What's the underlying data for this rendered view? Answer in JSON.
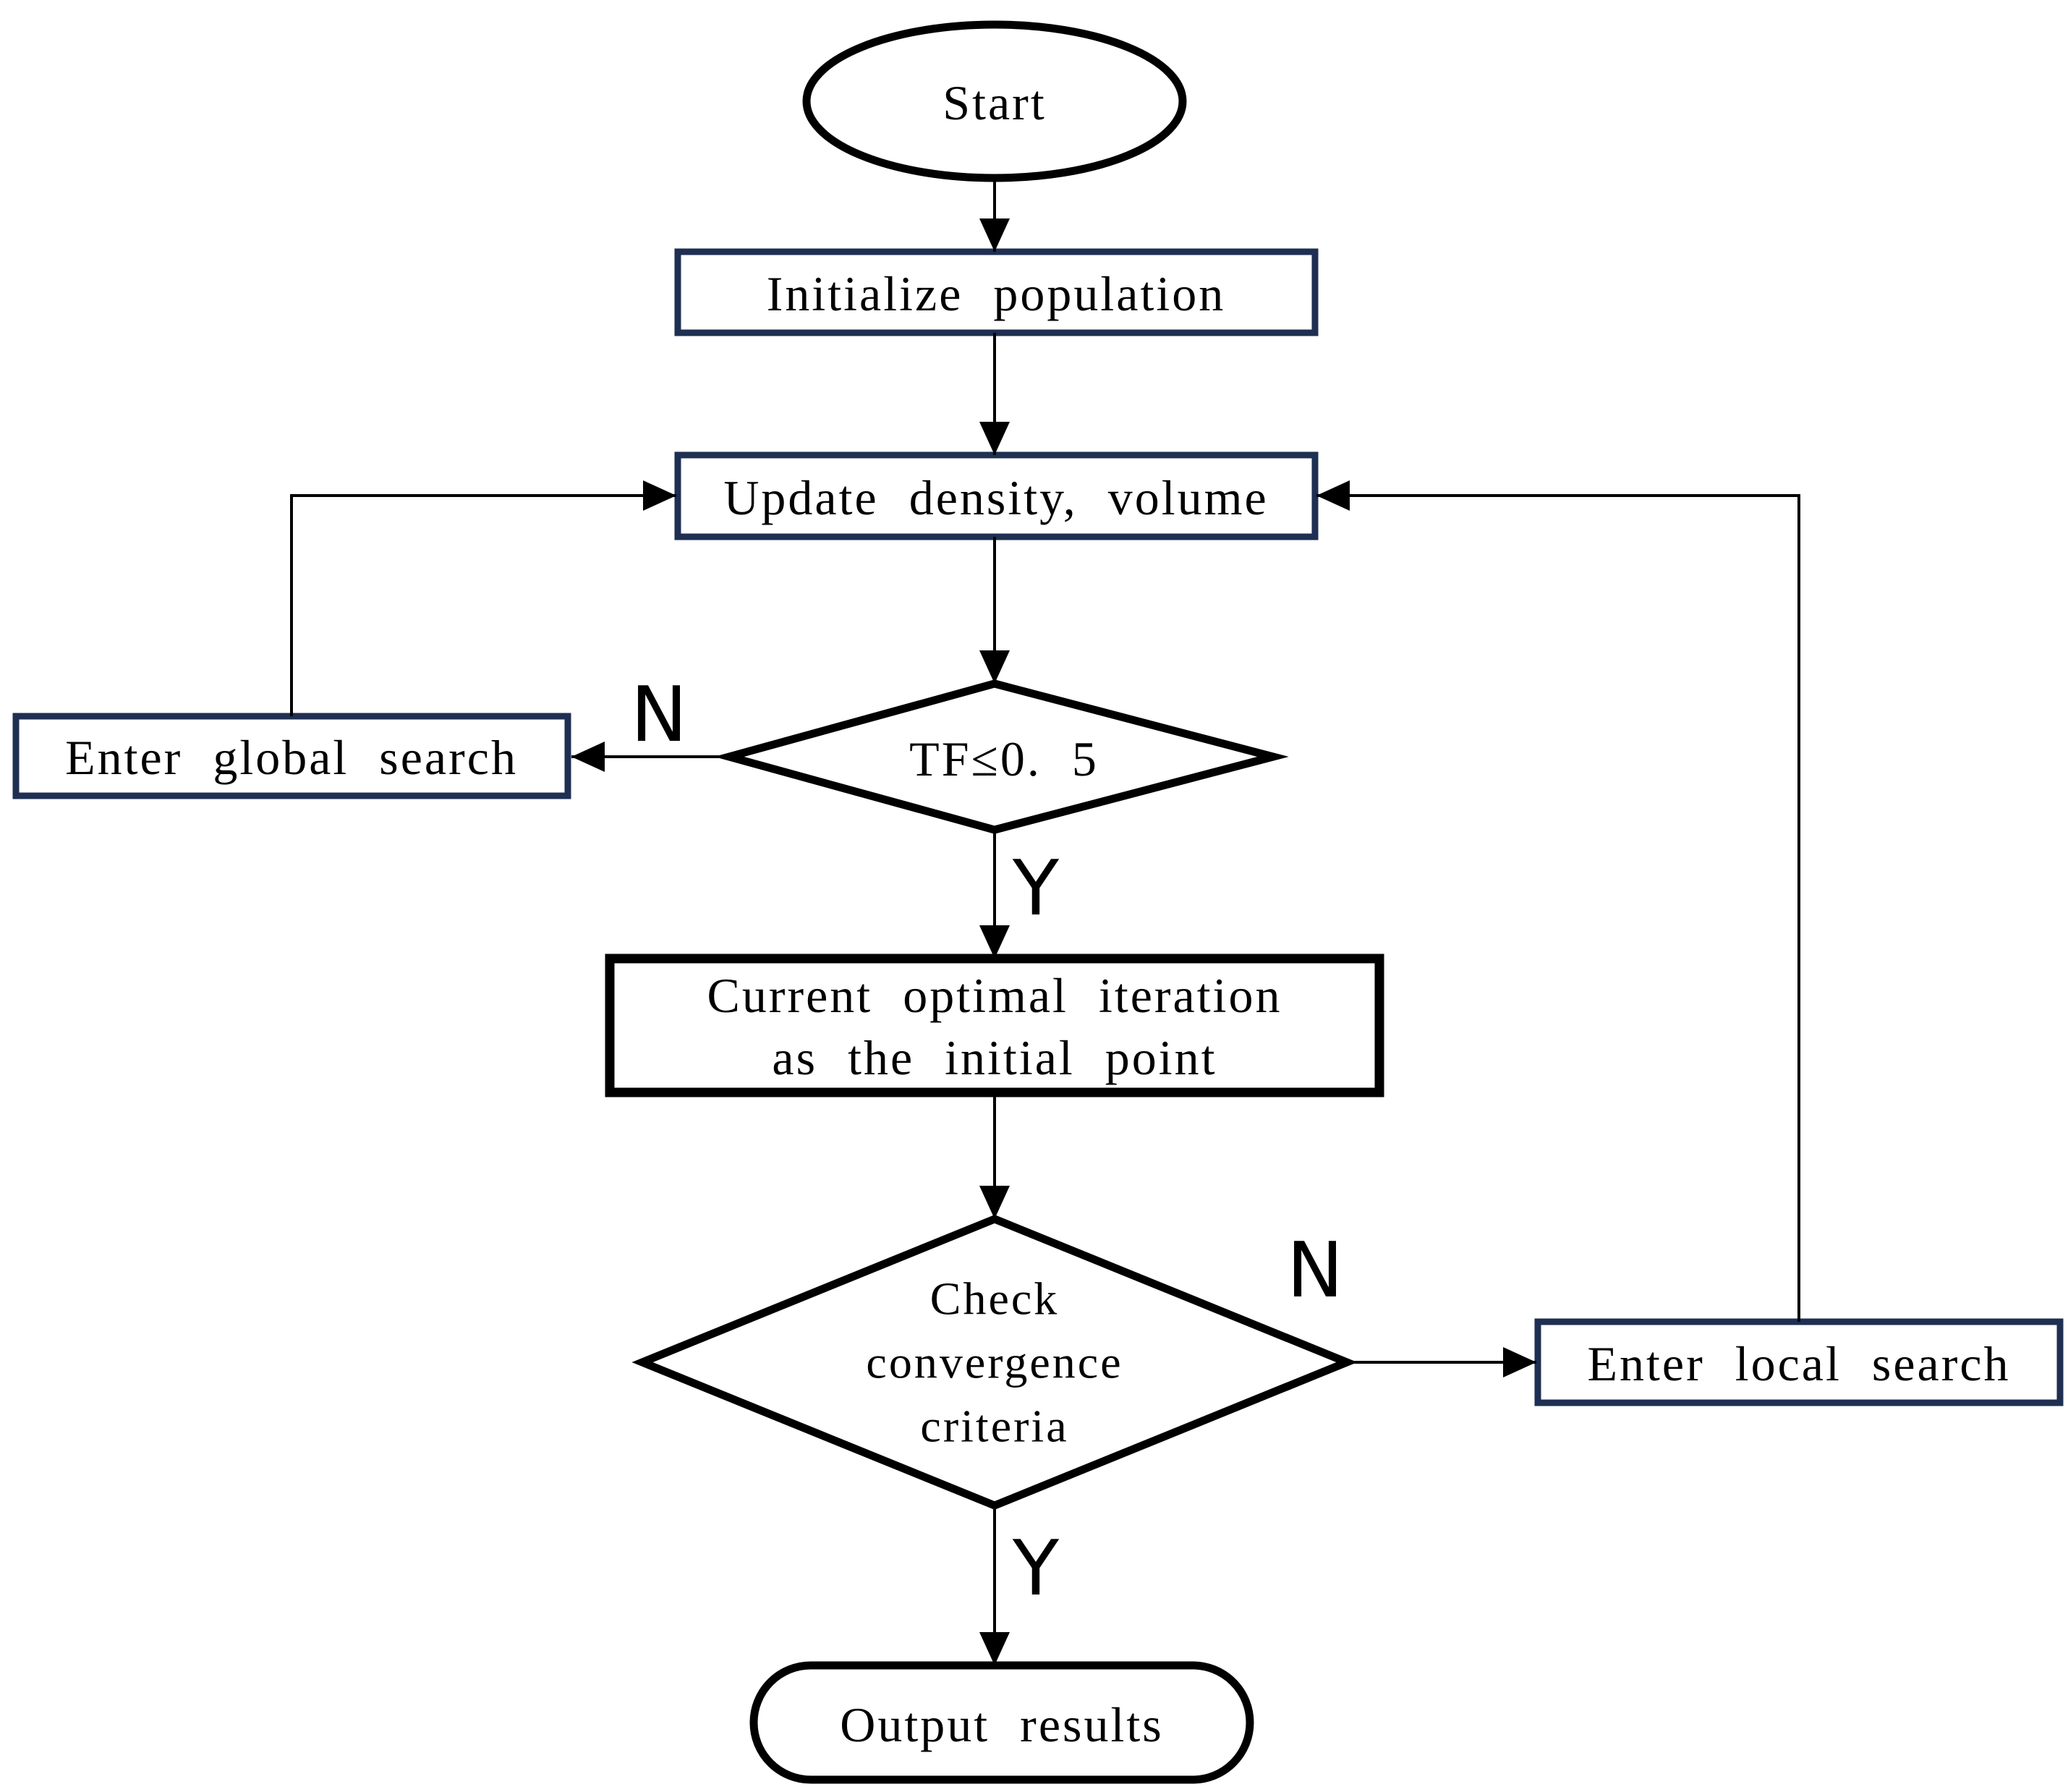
{
  "diagram": {
    "type": "flowchart",
    "colors": {
      "background": "#ffffff",
      "terminator_and_decision_border": "#000000",
      "process_border_navy": "#1e2f52",
      "text": "#000000",
      "connector": "#000000"
    },
    "nodes": {
      "start": {
        "shape": "terminator-ellipse",
        "label": "Start"
      },
      "initialize": {
        "shape": "process",
        "label": "Initialize population"
      },
      "update": {
        "shape": "process",
        "label": "Update density, volume"
      },
      "tf_decision": {
        "shape": "decision",
        "label": "TF≤0. 5"
      },
      "global_search": {
        "shape": "process",
        "label": "Enter global search"
      },
      "current_optimal": {
        "shape": "process",
        "lines": [
          "Current optimal iteration",
          "as the initial point"
        ]
      },
      "convergence_decision": {
        "shape": "decision",
        "lines": [
          "Check",
          "convergence",
          "criteria"
        ]
      },
      "local_search": {
        "shape": "process",
        "label": "Enter local search"
      },
      "output": {
        "shape": "terminator-stadium",
        "label": "Output results"
      }
    },
    "edge_labels": {
      "tf_no": "N",
      "tf_yes": "Y",
      "convergence_no": "N",
      "convergence_yes": "Y"
    },
    "edges": [
      {
        "from": "start",
        "to": "initialize",
        "label": ""
      },
      {
        "from": "initialize",
        "to": "update",
        "label": ""
      },
      {
        "from": "update",
        "to": "tf_decision",
        "label": ""
      },
      {
        "from": "tf_decision",
        "to": "global_search",
        "label": "N"
      },
      {
        "from": "global_search",
        "to": "update",
        "label": ""
      },
      {
        "from": "tf_decision",
        "to": "current_optimal",
        "label": "Y"
      },
      {
        "from": "current_optimal",
        "to": "convergence_decision",
        "label": ""
      },
      {
        "from": "convergence_decision",
        "to": "local_search",
        "label": "N"
      },
      {
        "from": "local_search",
        "to": "update",
        "label": ""
      },
      {
        "from": "convergence_decision",
        "to": "output",
        "label": "Y"
      }
    ]
  }
}
